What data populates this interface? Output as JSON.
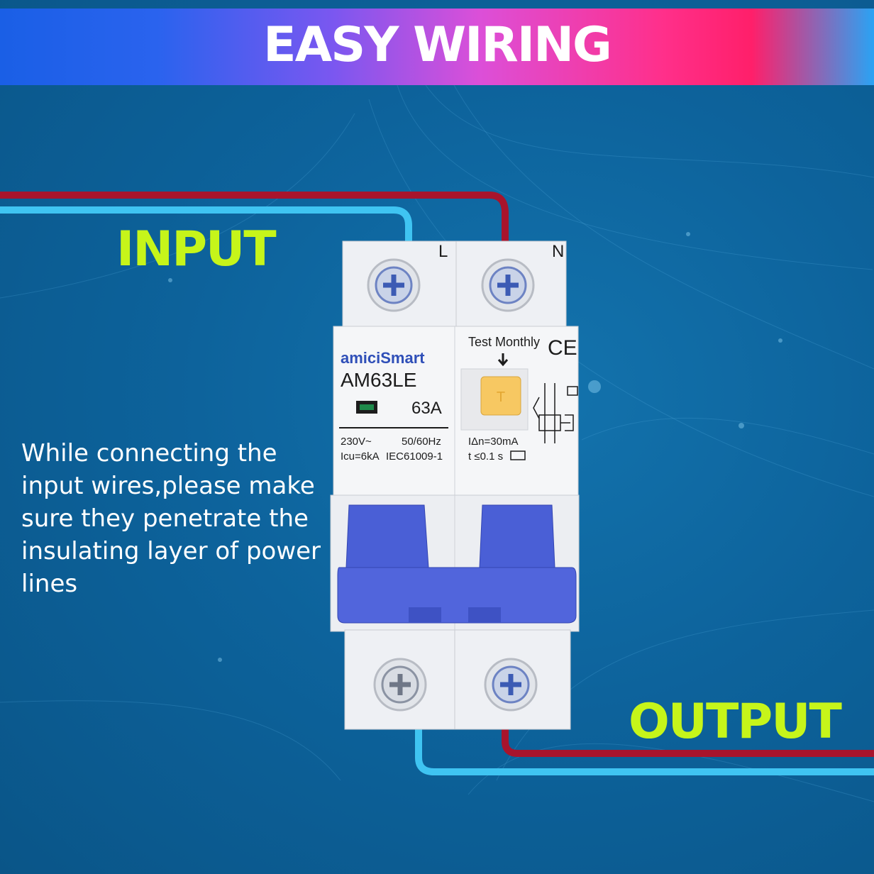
{
  "banner": {
    "title": "EASY WIRING"
  },
  "labels": {
    "input": "INPUT",
    "output": "OUTPUT"
  },
  "description": "While connecting the input wires,please make sure they penetrate the insulating layer of power lines",
  "breaker": {
    "brand": "amiciSmart",
    "model": "AM63LE",
    "current": "63A",
    "voltage": "230V~",
    "frequency": "50/60Hz",
    "icu": "Icu=6kA",
    "standard": "IEC61009-1",
    "terminal_l": "L",
    "terminal_n": "N",
    "test_label": "Test Monthly",
    "test_button": "T",
    "ce_mark": "CE",
    "residual_current": "IΔn=30mA",
    "trip_time": "t ≤0.1 s"
  },
  "colors": {
    "background": "#0d639c",
    "accent_label": "#c6f51a",
    "wire_red": "#a8142c",
    "wire_blue": "#3fc4f2",
    "toggle_blue": "#4a5fd6",
    "test_button": "#f7c862"
  },
  "icons": [
    "screw-terminal-icon",
    "ce-mark-icon",
    "circuit-diagram-icon",
    "down-arrow-icon"
  ]
}
